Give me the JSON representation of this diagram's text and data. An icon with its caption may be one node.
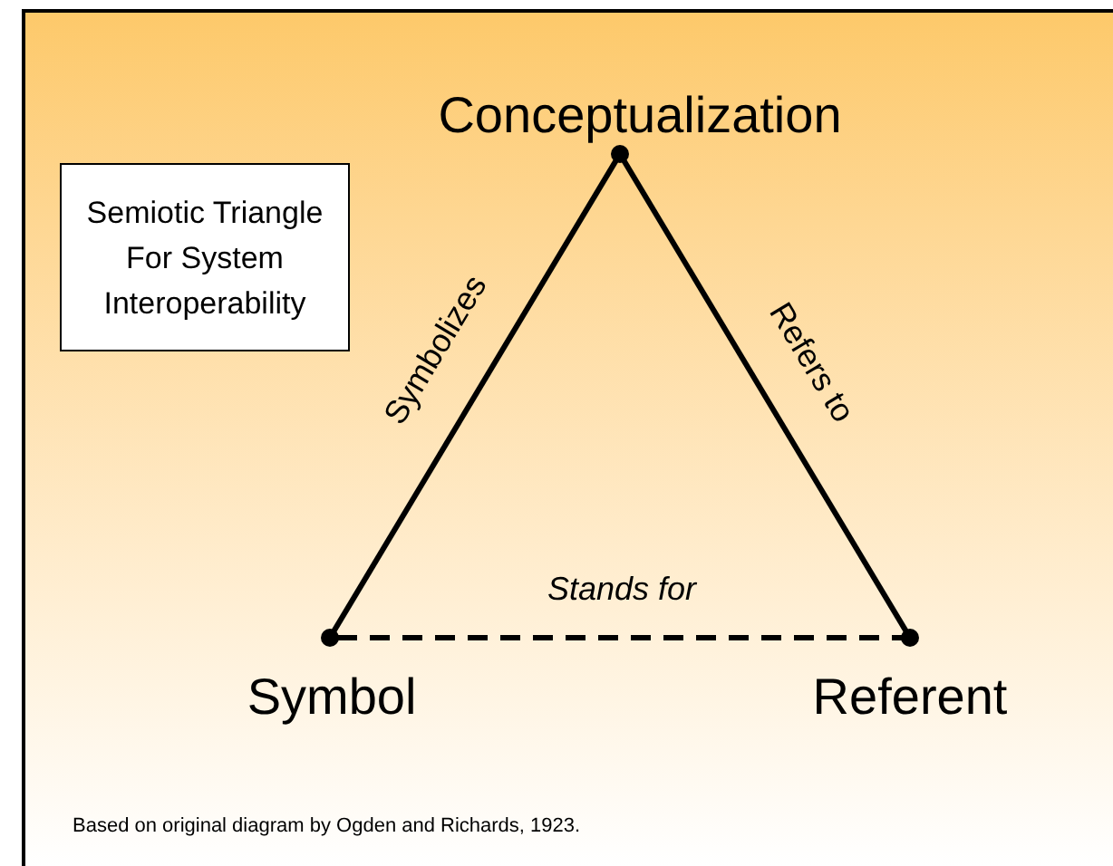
{
  "diagram": {
    "caption": "Based on original diagram by Ogden and Richards, 1923.",
    "nodes": [
      {
        "text": [],
        "shape": "circle",
        "beside": [
          "Conceptualization"
        ]
      },
      {
        "text": [],
        "shape": "circle",
        "beside": [
          "Symbol"
        ]
      },
      {
        "text": [],
        "shape": "circle",
        "beside": [
          "Referent"
        ]
      },
      {
        "text": [
          "Semiotic Triangle For System Interoperability"
        ]
      }
    ],
    "edges": [
      {
        "from": 1,
        "to": 0,
        "arrow": "none",
        "label": "Symbolizes"
      },
      {
        "from": 0,
        "to": 2,
        "arrow": "none",
        "label": "Refers to"
      },
      {
        "from": 1,
        "to": 2,
        "arrow": "none",
        "label": "Stands for",
        "style": "dashed"
      }
    ]
  }
}
